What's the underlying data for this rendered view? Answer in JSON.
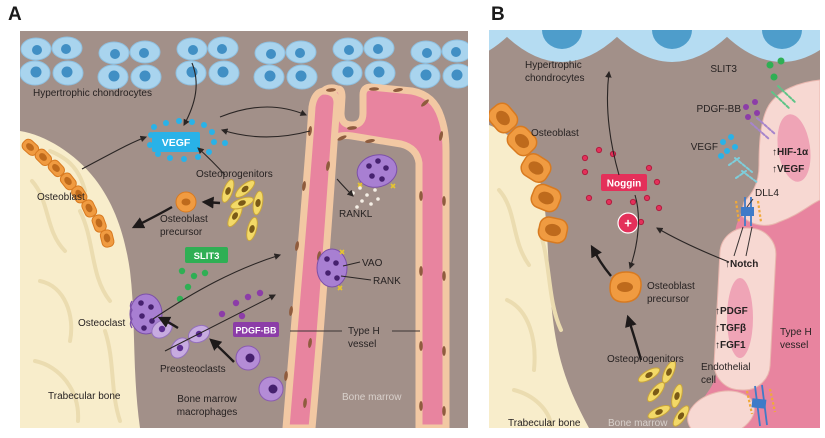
{
  "panel_a": {
    "letter": "A",
    "labels": {
      "hypertrophic_chondrocytes": "Hypertrophic chondrocytes",
      "vegf": "VEGF",
      "osteoprogenitors": "Osteoprogenitors",
      "osteoblast": "Osteoblast",
      "osteoblast_precursor_l1": "Osteoblast",
      "osteoblast_precursor_l2": "precursor",
      "slit3": "SLIT3",
      "rankl": "RANKL",
      "vao": "VAO",
      "rank": "RANK",
      "osteoclast": "Osteoclast",
      "pdgf_bb": "PDGF-BB",
      "preosteoclasts": "Preosteoclasts",
      "bone_marrow_macrophages_l1": "Bone marrow",
      "bone_marrow_macrophages_l2": "macrophages",
      "type_h_vessel_l1": "Type H",
      "type_h_vessel_l2": "vessel",
      "trabecular_bone": "Trabecular bone",
      "bone_marrow": "Bone marrow"
    }
  },
  "panel_b": {
    "letter": "B",
    "labels": {
      "hypertrophic_chondrocytes_l1": "Hypertrophic",
      "hypertrophic_chondrocytes_l2": "chondrocytes",
      "osteoblast": "Osteoblast",
      "slit3": "SLIT3",
      "pdgf_bb": "PDGF-BB",
      "vegf": "VEGF",
      "hif1a_up": "↑HIF-1α",
      "vegf_up": "↑VEGF",
      "dll4": "DLL4",
      "noggin": "Noggin",
      "plus": "+",
      "notch_up": "↑Notch",
      "pdgf_up": "↑PDGF",
      "tgfb_up": "↑TGFβ",
      "fgf1_up": "↑FGF1",
      "type_h_vessel_l1": "Type H",
      "type_h_vessel_l2": "vessel",
      "endothelial_cell_l1": "Endothelial",
      "endothelial_cell_l2": "cell",
      "osteoblast_precursor_l1": "Osteoblast",
      "osteoblast_precursor_l2": "precursor",
      "osteoprogenitors": "Osteoprogenitors",
      "trabecular_bone": "Trabecular bone",
      "bone_marrow": "Bone marrow"
    }
  },
  "colors": {
    "vegf": "#29B2E8",
    "slit3": "#2FAF54",
    "pdgf_bb": "#8C3DA8",
    "noggin": "#E4305A",
    "marrow": "#A29089",
    "bone": "#F8EDCB",
    "vessel_pink": "#E8849F",
    "vessel_wall": "#F2C8A3",
    "chondrocyte": "#A9D4EE",
    "chondrocyte_nucleus": "#418FC4",
    "osteoblast_orange": "#F09B41",
    "purple_cell": "#A87FD2",
    "yellow_cell": "#F3D967",
    "endothelial": "#F7D8D2",
    "endothelial_nucleus": "#EFA4B6"
  }
}
